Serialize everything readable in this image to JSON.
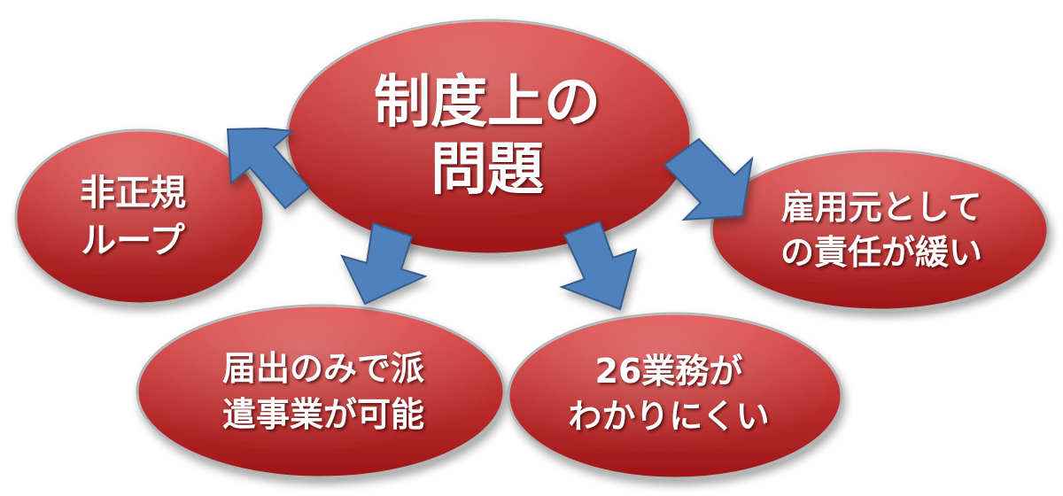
{
  "colors": {
    "ellipse_fill_top": "#e04a4a",
    "ellipse_fill_bottom": "#9e1616",
    "ellipse_stroke": "#b3b3b3",
    "arrow_fill": "#4f81bd",
    "arrow_stroke": "#385d8a",
    "text": "#ffffff"
  },
  "center": {
    "lines": [
      "制度上の",
      "問題"
    ]
  },
  "nodes": {
    "left": {
      "lines": [
        "非正規",
        "ループ"
      ]
    },
    "right": {
      "lines": [
        "雇用元として",
        "の責任が緩い"
      ]
    },
    "bottom_left": {
      "lines": [
        "届出のみで派",
        "遣事業が可能"
      ]
    },
    "bottom_right": {
      "lines": [
        "26業務が",
        "わかりにくい"
      ]
    }
  },
  "edges": [
    {
      "from": "center",
      "to": "left"
    },
    {
      "from": "center",
      "to": "right"
    },
    {
      "from": "center",
      "to": "bottom_left"
    },
    {
      "from": "center",
      "to": "bottom_right"
    }
  ]
}
